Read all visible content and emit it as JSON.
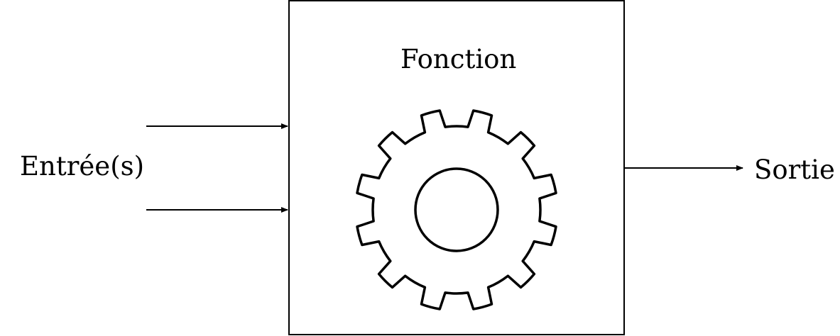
{
  "diagram": {
    "title": "Fonction",
    "input_label": "Entrée(s)",
    "output_label": "Sortie",
    "input_arrow_count": 2,
    "output_arrow_count": 1,
    "central_icon": "gear-icon",
    "stroke_color": "#000000",
    "background_color": "#ffffff"
  }
}
